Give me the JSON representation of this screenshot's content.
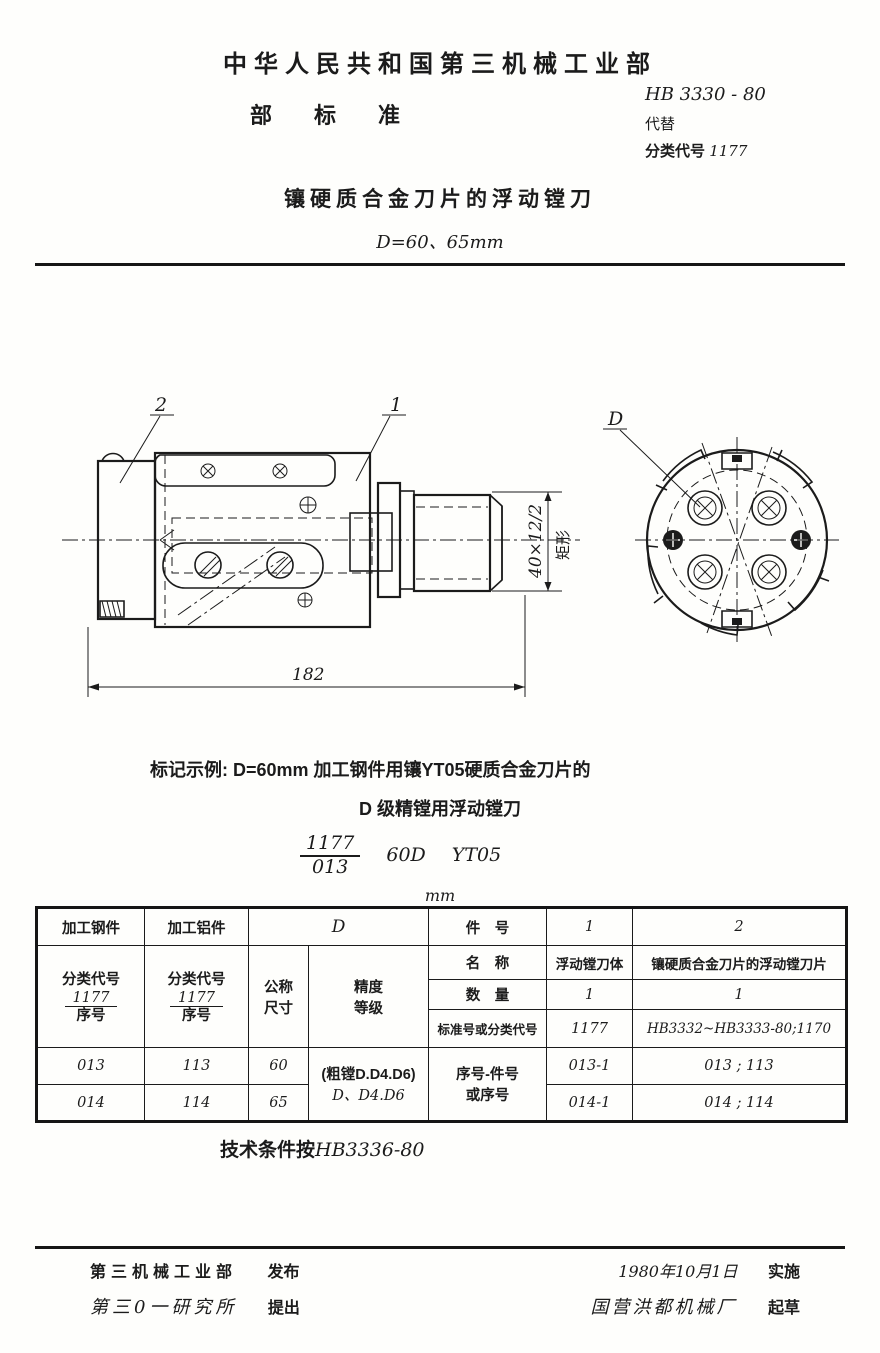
{
  "header": {
    "org": "中华人民共和国第三机械工业部",
    "doc_type": "部标准",
    "standard_no": "HB 3330 - 80",
    "supersedes_label": "代替",
    "class_label": "分类代号",
    "class_code": "1177",
    "title": "镶硬质合金刀片的浮动镗刀",
    "subtitle": "D=60、65mm"
  },
  "drawing": {
    "callout_blade": "2",
    "callout_body": "1",
    "diameter_label": "D",
    "section_dim": "40×12/2",
    "section_shape": "矩形",
    "overall_length": "182"
  },
  "marking_example": {
    "line1": "标记示例:  D=60mm 加工钢件用镶YT05硬质合金刀片的",
    "line2": "D 级精镗用浮动镗刀",
    "code_numerator": "1177",
    "code_denominator": "013",
    "code_size": "60D",
    "code_grade": "YT05"
  },
  "table": {
    "unit": "mm",
    "steel_header": "加工钢件",
    "alu_header": "加工铝件",
    "class_code_label": "分类代号",
    "class_code_value": "1177",
    "serial_label": "序号",
    "d_header": "D",
    "nominal_line1": "公称",
    "nominal_line2": "尺寸",
    "precision_line1": "精度",
    "precision_line2": "等级",
    "part_no_label": "件　号",
    "part_1": "1",
    "part_2": "2",
    "name_label": "名　称",
    "name_1": "浮动镗刀体",
    "name_2": "镶硬质合金刀片的浮动镗刀片",
    "qty_label": "数　量",
    "qty_1": "1",
    "qty_2": "1",
    "std_label": "标准号或分类代号",
    "std_1": "1177",
    "std_2": "HB3332~HB3333-80;1170",
    "serial_part_line1": "序号-件号",
    "serial_part_line2": "或序号",
    "precision_value_line1": "(粗镗D.D4.D6)",
    "precision_value_line2": "D、D4.D6",
    "rows": [
      {
        "steel": "013",
        "alu": "113",
        "d": "60",
        "serial_part": "013-1",
        "parts": "013 ; 113"
      },
      {
        "steel": "014",
        "alu": "114",
        "d": "65",
        "serial_part": "014-1",
        "parts": "014 ; 114"
      }
    ]
  },
  "tech_note": {
    "text": "技术条件按",
    "ref": "HB3336-80"
  },
  "footer": {
    "issued_by": "第三机械工业部",
    "issued_label": "发布",
    "proposed_by": "第三0一研究所",
    "proposed_label": "提出",
    "effective_date": "1980年10月1日",
    "effective_label": "实施",
    "drafted_by": "国营洪都机械厂",
    "drafted_label": "起草"
  }
}
